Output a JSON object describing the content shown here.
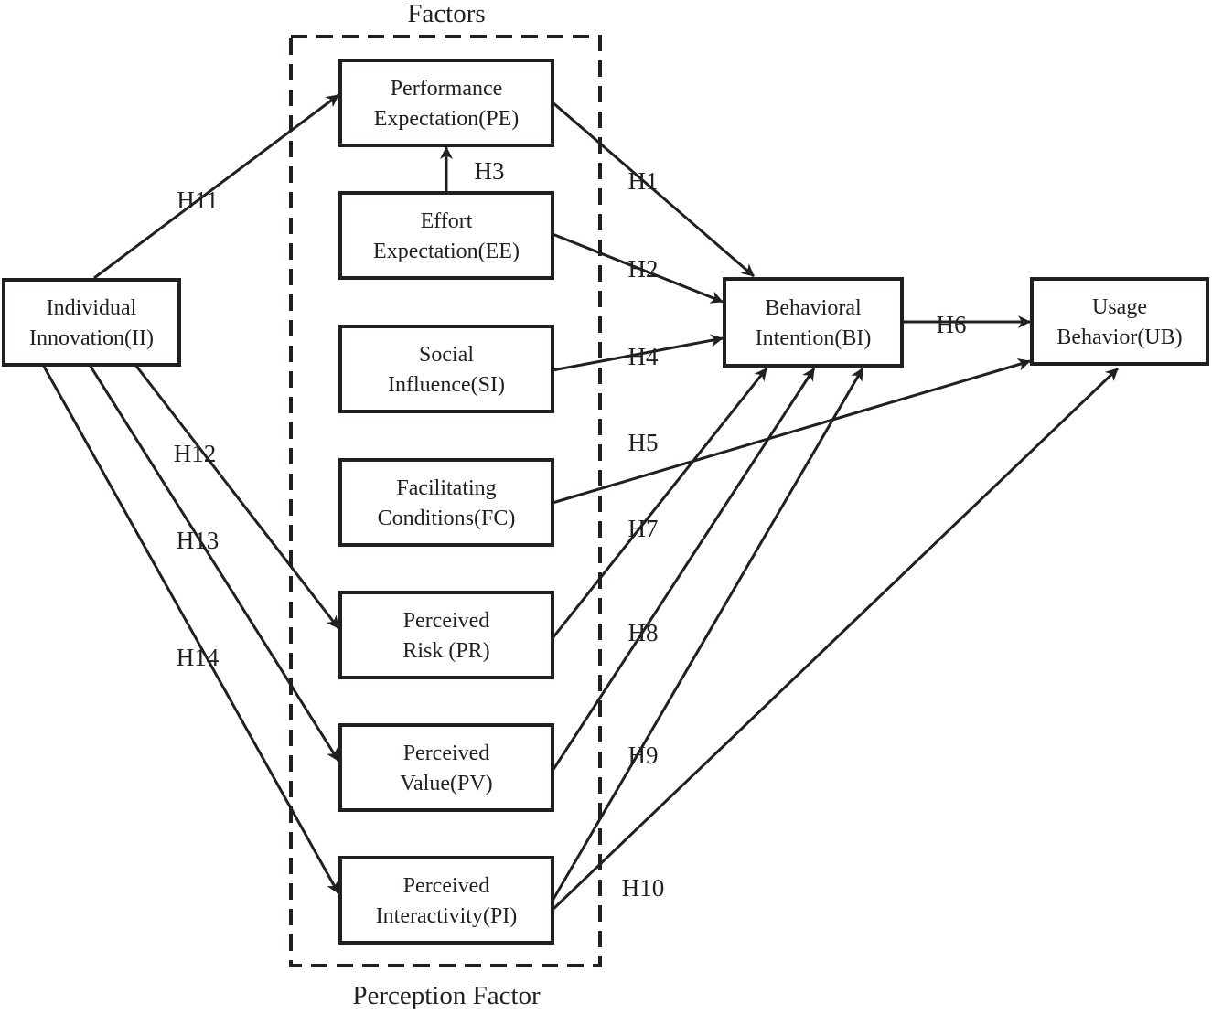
{
  "groups": {
    "top_label": "Factors",
    "bottom_label": "Perception Factor"
  },
  "nodes": [
    {
      "id": "II",
      "lines": [
        "Individual",
        "Innovation(II)"
      ]
    },
    {
      "id": "PE",
      "lines": [
        "Performance",
        "Expectation(PE)"
      ]
    },
    {
      "id": "EE",
      "lines": [
        "Effort",
        "Expectation(EE)"
      ]
    },
    {
      "id": "SI",
      "lines": [
        "Social",
        "Influence(SI)"
      ]
    },
    {
      "id": "FC",
      "lines": [
        "Facilitating",
        "Conditions(FC)"
      ]
    },
    {
      "id": "PR",
      "lines": [
        "Perceived",
        "Risk (PR)"
      ]
    },
    {
      "id": "PV",
      "lines": [
        "Perceived",
        "Value(PV)"
      ]
    },
    {
      "id": "PI",
      "lines": [
        "Perceived",
        "Interactivity(PI)"
      ]
    },
    {
      "id": "BI",
      "lines": [
        "Behavioral",
        "Intention(BI)"
      ]
    },
    {
      "id": "UB",
      "lines": [
        "Usage",
        "Behavior(UB)"
      ]
    }
  ],
  "edges": [
    {
      "id": "H1",
      "label": "H1",
      "from": "PE",
      "to": "BI"
    },
    {
      "id": "H2",
      "label": "H2",
      "from": "EE",
      "to": "BI"
    },
    {
      "id": "H3",
      "label": "H3",
      "from": "EE",
      "to": "PE"
    },
    {
      "id": "H4",
      "label": "H4",
      "from": "SI",
      "to": "BI"
    },
    {
      "id": "H5",
      "label": "H5",
      "from": "FC",
      "to": "UB"
    },
    {
      "id": "H6",
      "label": "H6",
      "from": "BI",
      "to": "UB"
    },
    {
      "id": "H7",
      "label": "H7",
      "from": "PR",
      "to": "BI"
    },
    {
      "id": "H8",
      "label": "H8",
      "from": "PV",
      "to": "BI"
    },
    {
      "id": "H9",
      "label": "H9",
      "from": "PI",
      "to": "BI"
    },
    {
      "id": "H10",
      "label": "H10",
      "from": "PI",
      "to": "UB"
    },
    {
      "id": "H11",
      "label": "H11",
      "from": "II",
      "to": "PE"
    },
    {
      "id": "H12",
      "label": "H12",
      "from": "II",
      "to": "PR"
    },
    {
      "id": "H13",
      "label": "H13",
      "from": "II",
      "to": "PV"
    },
    {
      "id": "H14",
      "label": "H14",
      "from": "II",
      "to": "PI"
    }
  ]
}
